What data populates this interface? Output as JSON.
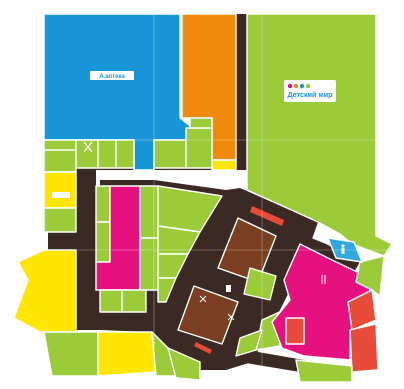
{
  "map": {
    "stores": [
      {
        "id": "apteka",
        "label": "А.аптека",
        "color": "#1896d8"
      },
      {
        "id": "detsky-mir",
        "label": "Детский мир",
        "color": "#9ccb3a"
      }
    ],
    "colors": {
      "green": "#9ccb3a",
      "blue": "#1896d8",
      "orange": "#ef8a0c",
      "yellow": "#ffe600",
      "magenta": "#e4117e",
      "red": "#e84b3a",
      "corridor": "#3a2a23",
      "brown_block": "#7a3f20",
      "light_blue": "#2fa8e0"
    },
    "icons": [
      {
        "name": "escalator-icon"
      },
      {
        "name": "restroom-icon"
      },
      {
        "name": "cafe-icon"
      },
      {
        "name": "tools-icon"
      },
      {
        "name": "elevator-icon"
      }
    ]
  }
}
